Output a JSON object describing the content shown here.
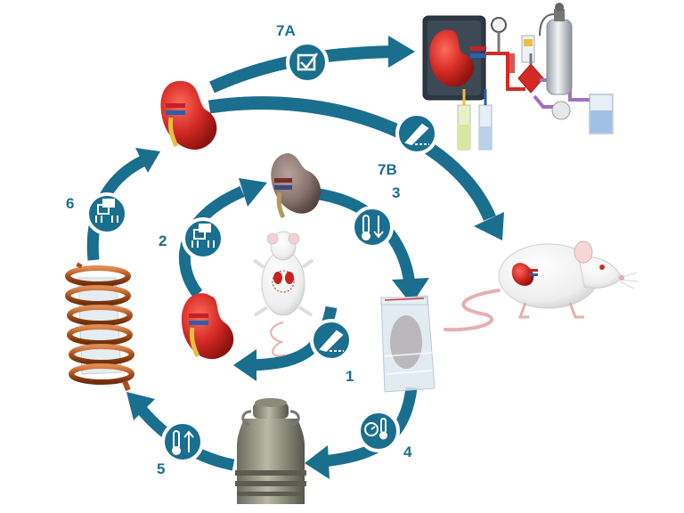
{
  "colors": {
    "arrow": "#1a6e8e",
    "kidney_fresh": "#d42a25",
    "kidney_dark": "#9a1a16",
    "kidney_cold": "#8a7670",
    "artery": "#c4202a",
    "vein": "#2a5fb0",
    "ureter": "#e8c040"
  },
  "icons": {
    "step1": "scalpel-icon",
    "step2": "vitrification-device-icon",
    "step3": "cooling-thermometer-icon",
    "step4": "timed-cooling-thermometer-icon",
    "step5": "warming-thermometer-icon",
    "step6": "vitrification-device-icon",
    "step7a": "check-icon",
    "step7b": "scalpel-icon"
  },
  "labels": {
    "step1": "1",
    "step2": "2",
    "step3": "3",
    "step4": "4",
    "step5": "5",
    "step6": "6",
    "step7a": "7A",
    "step7b": "7B"
  }
}
